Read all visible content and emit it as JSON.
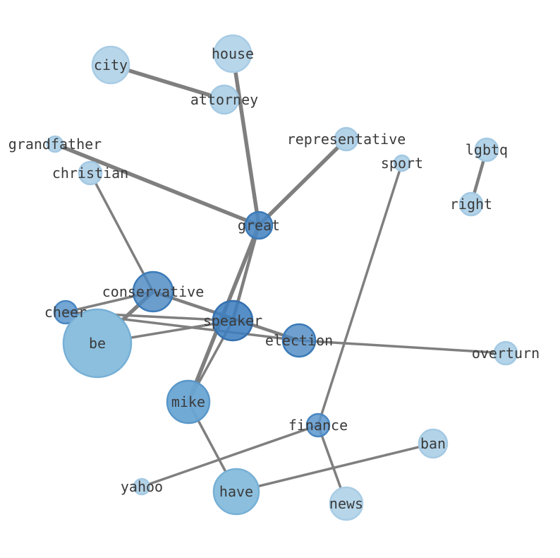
{
  "graph": {
    "nodes": [
      {
        "id": "house",
        "label": "house",
        "weight": 2
      },
      {
        "id": "city",
        "label": "city",
        "weight": 2
      },
      {
        "id": "attorney",
        "label": "attorney",
        "weight": 1
      },
      {
        "id": "representative",
        "label": "representative",
        "weight": 1
      },
      {
        "id": "grandfather",
        "label": "grandfather",
        "weight": 0
      },
      {
        "id": "lgbtq",
        "label": "lgbtq",
        "weight": 1
      },
      {
        "id": "sport",
        "label": "sport",
        "weight": 0
      },
      {
        "id": "christian",
        "label": "christian",
        "weight": 1
      },
      {
        "id": "right",
        "label": "right",
        "weight": 1
      },
      {
        "id": "great",
        "label": "great",
        "weight": 2
      },
      {
        "id": "conservative",
        "label": "conservative",
        "weight": 4
      },
      {
        "id": "cheer",
        "label": "cheer",
        "weight": 1
      },
      {
        "id": "speaker",
        "label": "speaker",
        "weight": 4
      },
      {
        "id": "be",
        "label": "be",
        "weight": 9
      },
      {
        "id": "election",
        "label": "election",
        "weight": 3
      },
      {
        "id": "overturn",
        "label": "overturn",
        "weight": 1
      },
      {
        "id": "mike",
        "label": "mike",
        "weight": 5
      },
      {
        "id": "finance",
        "label": "finance",
        "weight": 1
      },
      {
        "id": "ban",
        "label": "ban",
        "weight": 2
      },
      {
        "id": "yahoo",
        "label": "yahoo",
        "weight": 0
      },
      {
        "id": "have",
        "label": "have",
        "weight": 5
      },
      {
        "id": "news",
        "label": "news",
        "weight": 3
      }
    ],
    "edges": [
      {
        "source": "city",
        "target": "attorney",
        "weight": 5
      },
      {
        "source": "house",
        "target": "great",
        "weight": 5
      },
      {
        "source": "grandfather",
        "target": "great",
        "weight": 5
      },
      {
        "source": "representative",
        "target": "great",
        "weight": 5
      },
      {
        "source": "great",
        "target": "mike",
        "weight": 5
      },
      {
        "source": "great",
        "target": "speaker",
        "weight": 4
      },
      {
        "source": "lgbtq",
        "target": "right",
        "weight": 4
      },
      {
        "source": "christian",
        "target": "conservative",
        "weight": 3
      },
      {
        "source": "conservative",
        "target": "be",
        "weight": 5
      },
      {
        "source": "conservative",
        "target": "cheer",
        "weight": 3
      },
      {
        "source": "conservative",
        "target": "election",
        "weight": 4
      },
      {
        "source": "cheer",
        "target": "speaker",
        "weight": 3
      },
      {
        "source": "cheer",
        "target": "election",
        "weight": 3
      },
      {
        "source": "be",
        "target": "speaker",
        "weight": 3
      },
      {
        "source": "speaker",
        "target": "mike",
        "weight": 3
      },
      {
        "source": "election",
        "target": "overturn",
        "weight": 3
      },
      {
        "source": "mike",
        "target": "have",
        "weight": 3
      },
      {
        "source": "sport",
        "target": "finance",
        "weight": 3
      },
      {
        "source": "finance",
        "target": "yahoo",
        "weight": 3
      },
      {
        "source": "finance",
        "target": "news",
        "weight": 3
      },
      {
        "source": "have",
        "target": "ban",
        "weight": 3
      }
    ],
    "colors": {
      "light": "#b3d3e8",
      "mid": "#8cbfde",
      "medium": "#6aa5d4",
      "dark": "#4a87c2",
      "edge": "#7f7f7f",
      "label": "#3a3a3a"
    }
  }
}
